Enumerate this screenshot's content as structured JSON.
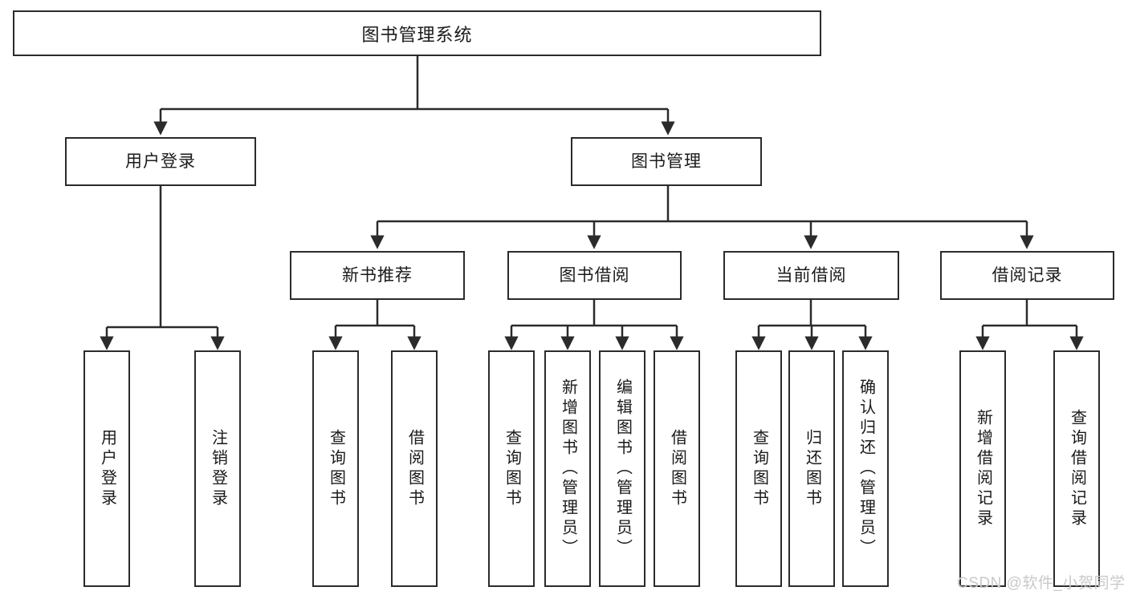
{
  "diagram": {
    "type": "tree-hierarchy-chart",
    "title": "图书管理系统",
    "line_color": "#2b2b2b",
    "box_fill": "#ffffff",
    "text_color": "#1a1a1a",
    "levels": 4,
    "root": {
      "label": "图书管理系统",
      "children": [
        {
          "label": "用户登录",
          "children": [
            {
              "label": "用户登录"
            },
            {
              "label": "注销登录"
            }
          ]
        },
        {
          "label": "图书管理",
          "children": [
            {
              "label": "新书推荐",
              "children": [
                {
                  "label": "查询图书"
                },
                {
                  "label": "借阅图书"
                }
              ]
            },
            {
              "label": "图书借阅",
              "children": [
                {
                  "label": "查询图书"
                },
                {
                  "label": "新增图书（管理员）"
                },
                {
                  "label": "编辑图书（管理员）"
                },
                {
                  "label": "借阅图书"
                }
              ]
            },
            {
              "label": "当前借阅",
              "children": [
                {
                  "label": "查询图书"
                },
                {
                  "label": "归还图书"
                },
                {
                  "label": "确认归还（管理员）"
                }
              ]
            },
            {
              "label": "借阅记录",
              "children": [
                {
                  "label": "新增借阅记录"
                },
                {
                  "label": "查询借阅记录"
                }
              ]
            }
          ]
        }
      ]
    },
    "nodes": {
      "root": "图书管理系统",
      "l1_user_login": "用户登录",
      "l1_book_mgmt": "图书管理",
      "l2_new_book": "新书推荐",
      "l2_book_borrow": "图书借阅",
      "l2_current_borrow": "当前借阅",
      "l2_borrow_record": "借阅记录",
      "leaf_user_login": "用户登录",
      "leaf_logout": "注销登录",
      "leaf_nb_query": "查询图书",
      "leaf_nb_borrow": "借阅图书",
      "leaf_bb_query": "查询图书",
      "leaf_bb_add": "新增图书（管理员）",
      "leaf_bb_edit": "编辑图书（管理员）",
      "leaf_bb_borrow": "借阅图书",
      "leaf_cb_query": "查询图书",
      "leaf_cb_return": "归还图书",
      "leaf_cb_confirm": "确认归还（管理员）",
      "leaf_br_add": "新增借阅记录",
      "leaf_br_query": "查询借阅记录"
    }
  },
  "watermark": {
    "text": "CSDN @软件_小贺同学",
    "color": "#c9c9c9"
  }
}
